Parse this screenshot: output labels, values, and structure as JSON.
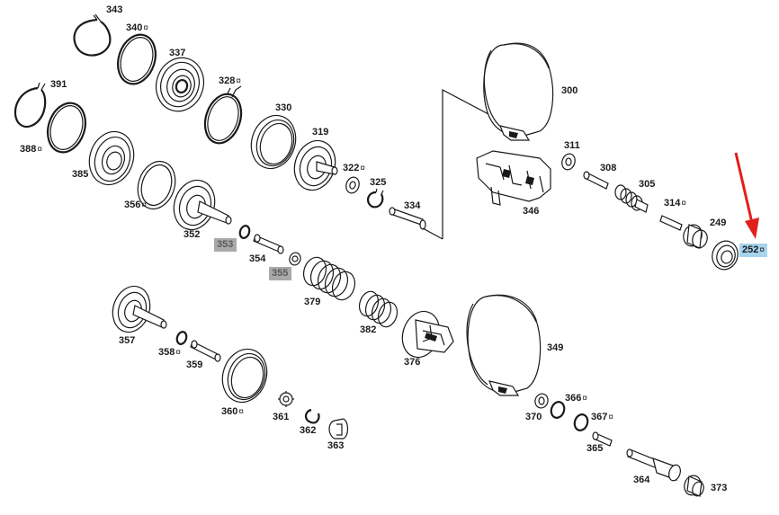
{
  "diagram": {
    "accent_highlight": "#a6d4ee",
    "gray_highlight": "#a9a9a9",
    "arrow_color": "#e0201c",
    "parts": [
      {
        "id": "343",
        "mark": ""
      },
      {
        "id": "340",
        "mark": "¤"
      },
      {
        "id": "337",
        "mark": ""
      },
      {
        "id": "391",
        "mark": ""
      },
      {
        "id": "388",
        "mark": "¤"
      },
      {
        "id": "328",
        "mark": "¤"
      },
      {
        "id": "330",
        "mark": ""
      },
      {
        "id": "319",
        "mark": ""
      },
      {
        "id": "385",
        "mark": ""
      },
      {
        "id": "322",
        "mark": "¤"
      },
      {
        "id": "325",
        "mark": ""
      },
      {
        "id": "356",
        "mark": "¤"
      },
      {
        "id": "334",
        "mark": ""
      },
      {
        "id": "352",
        "mark": ""
      },
      {
        "id": "353",
        "mark": ""
      },
      {
        "id": "354",
        "mark": ""
      },
      {
        "id": "355",
        "mark": ""
      },
      {
        "id": "379",
        "mark": ""
      },
      {
        "id": "382",
        "mark": ""
      },
      {
        "id": "376",
        "mark": ""
      },
      {
        "id": "357",
        "mark": ""
      },
      {
        "id": "358",
        "mark": "¤"
      },
      {
        "id": "359",
        "mark": ""
      },
      {
        "id": "360",
        "mark": "¤"
      },
      {
        "id": "361",
        "mark": ""
      },
      {
        "id": "362",
        "mark": ""
      },
      {
        "id": "363",
        "mark": ""
      },
      {
        "id": "300",
        "mark": ""
      },
      {
        "id": "311",
        "mark": ""
      },
      {
        "id": "308",
        "mark": ""
      },
      {
        "id": "346",
        "mark": ""
      },
      {
        "id": "305",
        "mark": ""
      },
      {
        "id": "314",
        "mark": "¤"
      },
      {
        "id": "249",
        "mark": ""
      },
      {
        "id": "252",
        "mark": "¤"
      },
      {
        "id": "349",
        "mark": ""
      },
      {
        "id": "366",
        "mark": "¤"
      },
      {
        "id": "370",
        "mark": ""
      },
      {
        "id": "367",
        "mark": "¤"
      },
      {
        "id": "365",
        "mark": ""
      },
      {
        "id": "364",
        "mark": ""
      },
      {
        "id": "373",
        "mark": ""
      }
    ]
  }
}
